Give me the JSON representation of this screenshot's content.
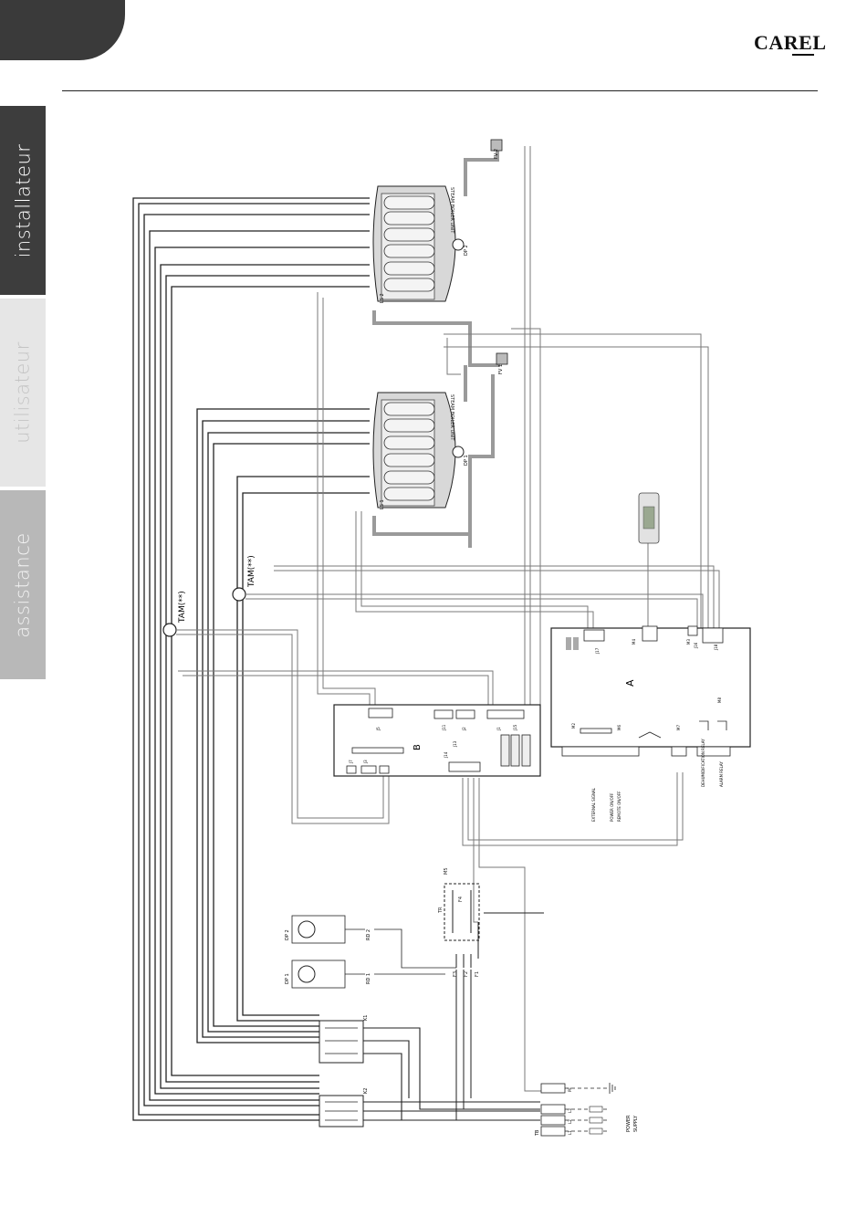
{
  "header": {
    "logo": "CAREL"
  },
  "sidebar": {
    "tabs": [
      {
        "label": "installateur"
      },
      {
        "label": "utilisateur"
      },
      {
        "label": "assistance"
      }
    ]
  },
  "diagram": {
    "unit_label": "STEAM BOILER UNIT",
    "labels": {
      "boards": {
        "a": "A",
        "b": "B"
      },
      "ammeters": {
        "tam1": "TAM(**)",
        "tam2": "TAM(**)"
      },
      "valves": {
        "fv2": "FV 2",
        "fv1": "FV 1",
        "dp2": "DP 2",
        "dp1": "DP 1",
        "l1": "LS 1",
        "l2": "LS 2"
      },
      "pumps": {
        "dp2": "DP 2",
        "dp1": "DP 1"
      },
      "relays": {
        "rd2": "RD 2",
        "rd1": "RD 1"
      },
      "contactors": {
        "k1": "K1",
        "k2": "K2"
      },
      "transformer": "TR",
      "fuses": {
        "f4": "F4",
        "f3": "F3",
        "f2": "F2",
        "f1": "F1",
        "m5": "M5"
      },
      "terminal_block": "TB",
      "power_supply": [
        "POWER",
        "SUPPLY"
      ],
      "connectors_a": [
        "J17",
        "J16",
        "J18",
        "M2",
        "M3",
        "M4",
        "M6",
        "M7",
        "M8"
      ],
      "connectors_b": [
        "J1",
        "J2",
        "J3",
        "J5",
        "J7",
        "J11",
        "J13",
        "J14",
        "J15"
      ],
      "a_inputs": [
        "EXTERNAL SIGNAL",
        "POWER ON/OFF",
        "REMOTE ON/OFF"
      ],
      "a_outputs": [
        "DEHUMIDIFICATION RELAY",
        "ALARM RELAY"
      ],
      "phases": [
        "L1",
        "L2",
        "L3",
        "PE"
      ]
    }
  }
}
